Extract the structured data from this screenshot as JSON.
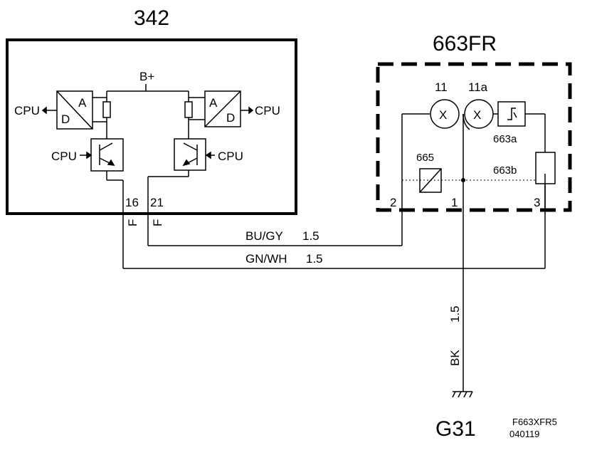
{
  "modules": {
    "left": {
      "id": "342"
    },
    "right": {
      "id": "663FR"
    },
    "ground": {
      "id": "G31"
    }
  },
  "left_module": {
    "supply": "B+",
    "adc_left": {
      "a": "A",
      "d": "D",
      "cpu": "CPU"
    },
    "adc_right": {
      "a": "A",
      "d": "D",
      "cpu": "CPU"
    },
    "driver_left_cpu": "CPU",
    "driver_right_cpu": "CPU",
    "pins": [
      "16",
      "21"
    ],
    "pin_marks": [
      "F",
      "F"
    ]
  },
  "right_module": {
    "bulb_labels": [
      "11",
      "11a"
    ],
    "bulb_symbol": "X",
    "component_labels": [
      "663a",
      "663b",
      "665"
    ],
    "pins": [
      "2",
      "1",
      "3"
    ]
  },
  "wires": {
    "bu_gy": {
      "color": "BU/GY",
      "size": "1.5"
    },
    "gn_wh": {
      "color": "GN/WH",
      "size": "1.5"
    },
    "bk": {
      "color": "BK",
      "size": "1.5"
    }
  },
  "footer": {
    "code": "F663XFR5",
    "date": "040119"
  }
}
